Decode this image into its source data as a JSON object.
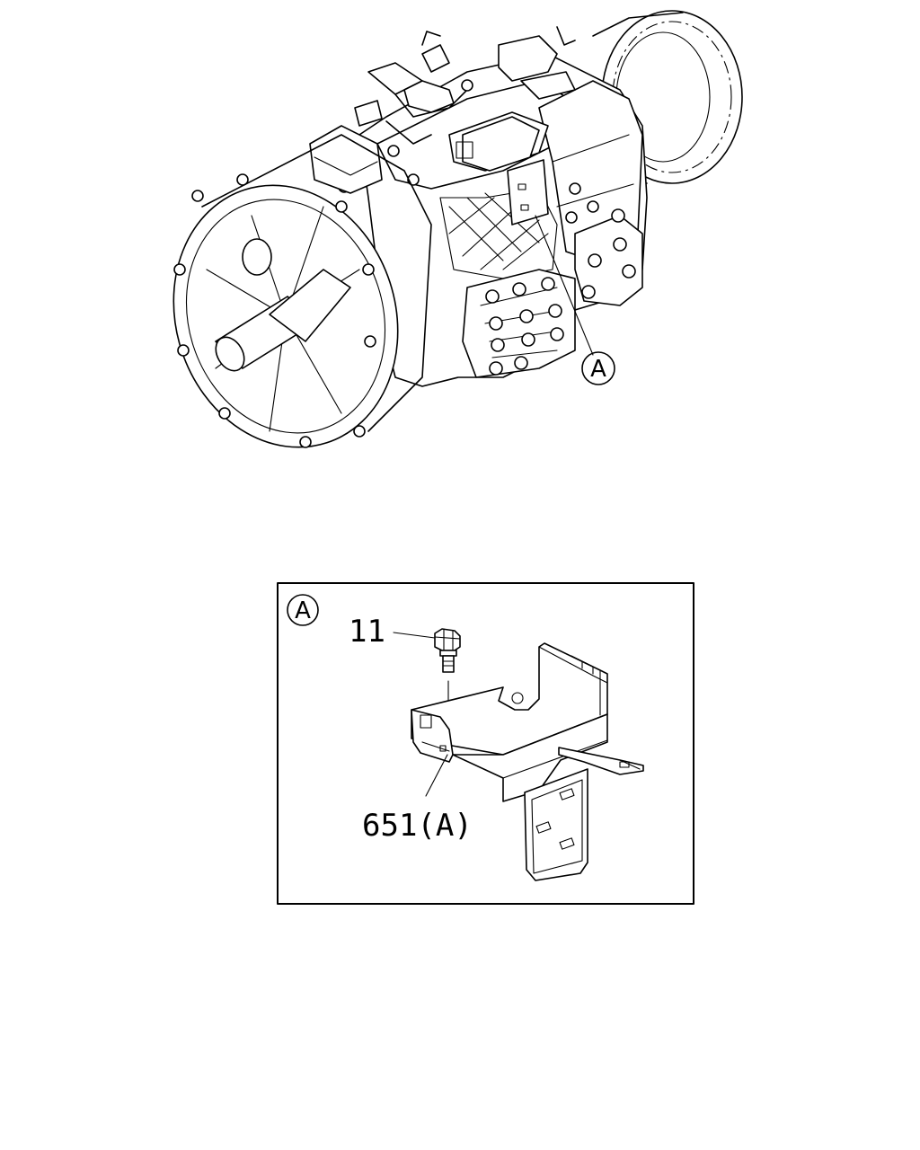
{
  "callouts": {
    "detail_marker": "A",
    "view_marker": "A",
    "bolt_part": "11",
    "bracket_part": "651(A)"
  }
}
